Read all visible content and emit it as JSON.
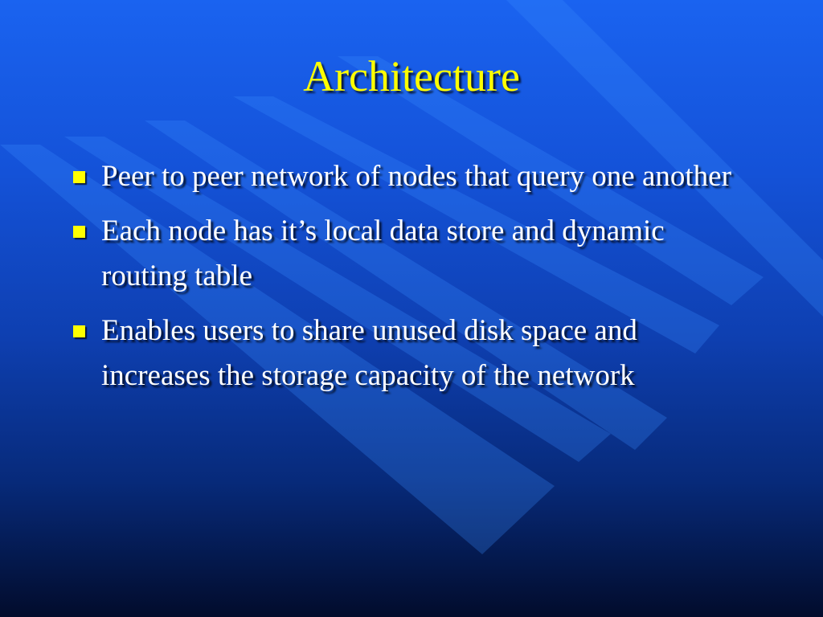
{
  "slide": {
    "title": "Architecture",
    "bullets": [
      "Peer to peer network of nodes that query one another",
      "Each node has it’s local data store and dynamic routing table",
      "Enables users to share unused disk space and increases the storage capacity of the network"
    ]
  },
  "colors": {
    "background_top": "#1a63f0",
    "background_bottom": "#020c2c",
    "title": "#ffff00",
    "body_text": "#ffffff",
    "bullet_marker": "#ffff00"
  },
  "icons": {
    "bullet": "square-bullet-icon"
  }
}
